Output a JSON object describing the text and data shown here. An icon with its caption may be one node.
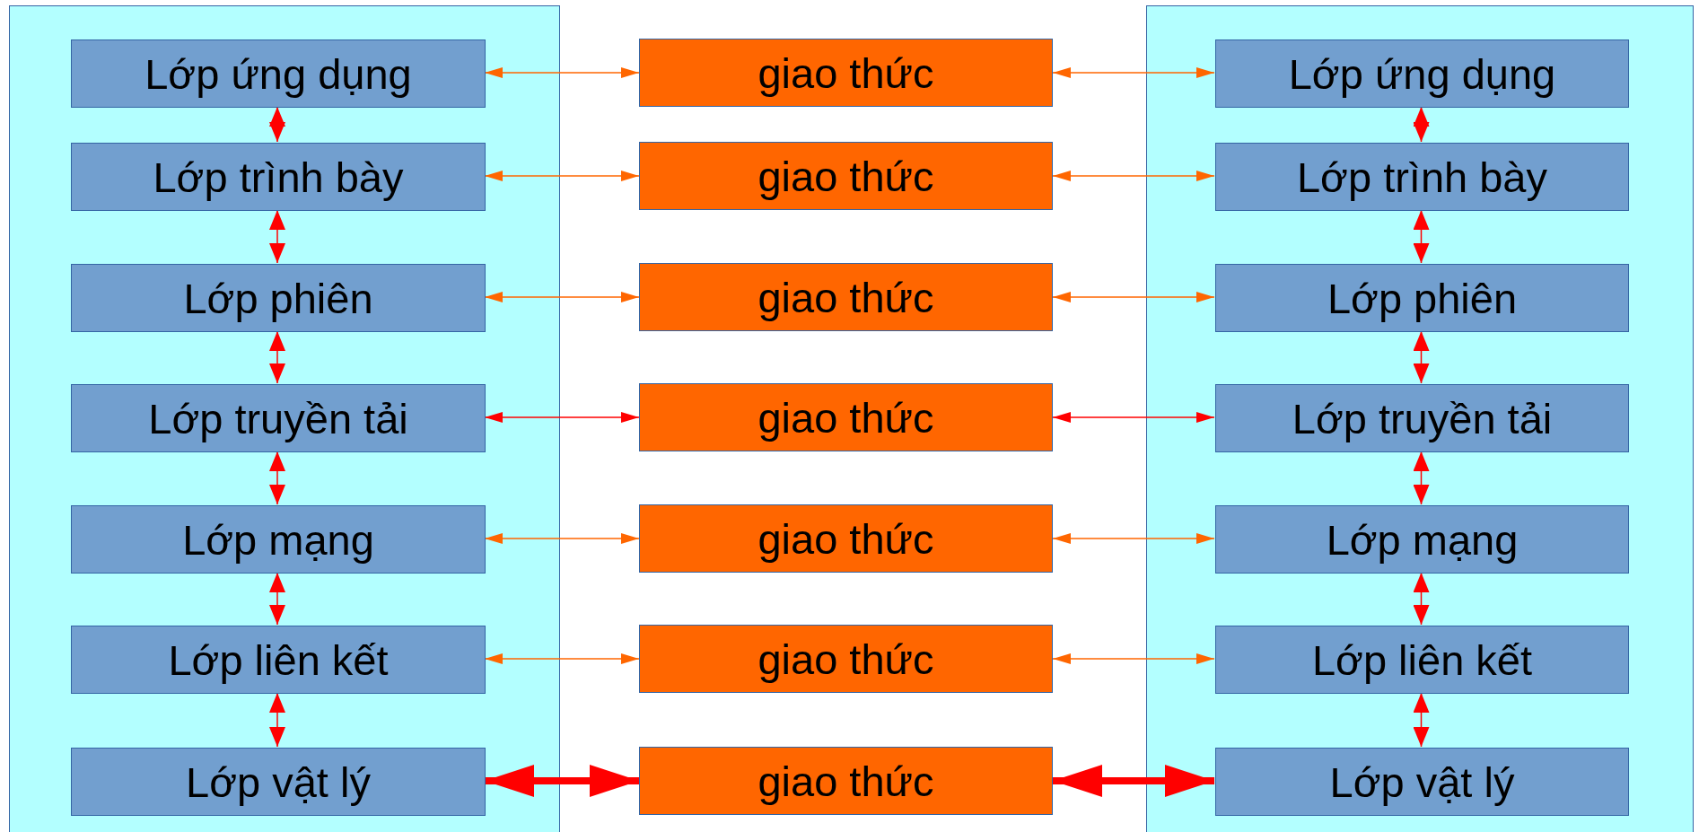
{
  "diagram": {
    "nodes": [
      {
        "text": [],
        "shape": "box"
      },
      {
        "text": [
          "Lớp ứng dụng"
        ],
        "in": 0
      },
      {
        "text": [
          "Lớp trình bày"
        ],
        "in": 0
      },
      {
        "text": [
          "Lớp phiên"
        ],
        "in": 0
      },
      {
        "text": [
          "Lớp truyền tải"
        ],
        "in": 0
      },
      {
        "text": [
          "Lớp mạng"
        ],
        "in": 0
      },
      {
        "text": [
          "Lớp liên kết"
        ],
        "in": 0
      },
      {
        "text": [
          "Lớp vật lý"
        ],
        "in": 0
      },
      {
        "text": [
          "giao thức"
        ]
      },
      {
        "text": [
          "giao thức"
        ]
      },
      {
        "text": [
          "giao thức"
        ]
      },
      {
        "text": [
          "giao thức"
        ]
      },
      {
        "text": [
          "giao thức"
        ]
      },
      {
        "text": [
          "giao thức"
        ]
      },
      {
        "text": [
          "giao thức"
        ]
      },
      {
        "text": [],
        "shape": "box"
      },
      {
        "text": [
          "Lớp ứng dụng"
        ],
        "in": 15
      },
      {
        "text": [
          "Lớp trình bày"
        ],
        "in": 15
      },
      {
        "text": [
          "Lớp phiên"
        ],
        "in": 15
      },
      {
        "text": [
          "Lớp truyền tải"
        ],
        "in": 15
      },
      {
        "text": [
          "Lớp mạng"
        ],
        "in": 15
      },
      {
        "text": [
          "Lớp liên kết"
        ],
        "in": 15
      },
      {
        "text": [
          "Lớp vật lý"
        ],
        "in": 15
      }
    ],
    "edges": [
      {
        "from": 1,
        "to": 8,
        "arrow": "both",
        "color": "#ff6600"
      },
      {
        "from": 8,
        "to": 16,
        "arrow": "both",
        "color": "#ff6600"
      },
      {
        "from": 2,
        "to": 9,
        "arrow": "both",
        "color": "#ff6600"
      },
      {
        "from": 9,
        "to": 17,
        "arrow": "both",
        "color": "#ff6600"
      },
      {
        "from": 3,
        "to": 10,
        "arrow": "both",
        "color": "#ff6600"
      },
      {
        "from": 10,
        "to": 18,
        "arrow": "both",
        "color": "#ff6600"
      },
      {
        "from": 4,
        "to": 11,
        "arrow": "both"
      },
      {
        "from": 11,
        "to": 19,
        "arrow": "both"
      },
      {
        "from": 5,
        "to": 12,
        "arrow": "both",
        "color": "#ff6600"
      },
      {
        "from": 12,
        "to": 20,
        "arrow": "both",
        "color": "#ff6600"
      },
      {
        "from": 6,
        "to": 13,
        "arrow": "both",
        "color": "#ff6600"
      },
      {
        "from": 13,
        "to": 21,
        "arrow": "both",
        "color": "#ff6600"
      },
      {
        "from": 7,
        "to": 14,
        "arrow": "both",
        "style": "thick"
      },
      {
        "from": 14,
        "to": 22,
        "arrow": "both",
        "style": "thick"
      },
      {
        "from": 1,
        "to": 2,
        "arrow": "both"
      },
      {
        "from": 2,
        "to": 3,
        "arrow": "both"
      },
      {
        "from": 3,
        "to": 4,
        "arrow": "both"
      },
      {
        "from": 4,
        "to": 5,
        "arrow": "both"
      },
      {
        "from": 5,
        "to": 6,
        "arrow": "both"
      },
      {
        "from": 6,
        "to": 7,
        "arrow": "both"
      },
      {
        "from": 16,
        "to": 17,
        "arrow": "both"
      },
      {
        "from": 17,
        "to": 18,
        "arrow": "both"
      },
      {
        "from": 18,
        "to": 19,
        "arrow": "both"
      },
      {
        "from": 19,
        "to": 20,
        "arrow": "both"
      },
      {
        "from": 20,
        "to": 21,
        "arrow": "both"
      },
      {
        "from": 21,
        "to": 22,
        "arrow": "both"
      }
    ]
  }
}
